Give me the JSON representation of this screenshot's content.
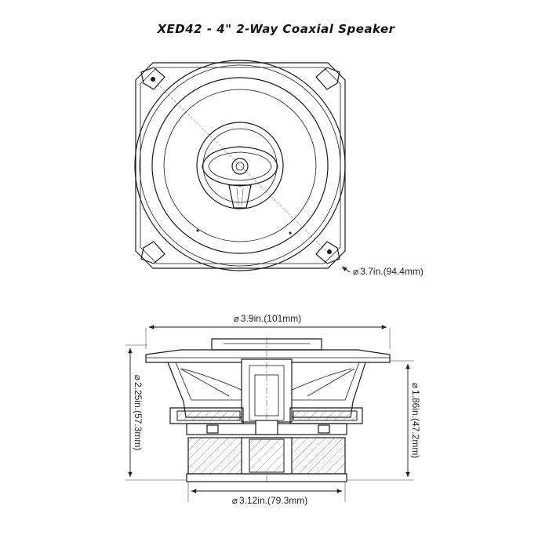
{
  "title": "XED42 - 4\"  2-Way Coaxial Speaker",
  "dimensions": {
    "mount_diagonal": "3.7in.(94.4mm)",
    "outer_diameter": "3.9in.(101mm)",
    "overall_depth": "2.25in.(57.3mm)",
    "mount_depth": "1.86in.(47.2mm)",
    "magnet_diameter": "3.12in.(79.3mm)"
  },
  "symbols": {
    "diameter": "⌀"
  }
}
